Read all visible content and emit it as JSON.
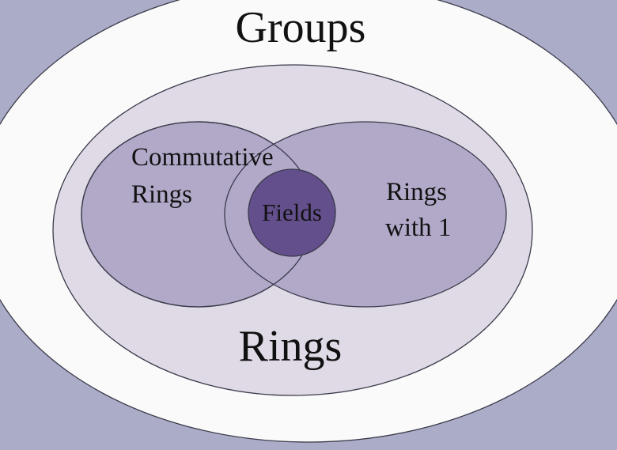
{
  "diagram": {
    "title": "Algebraic structures Venn diagram",
    "colors": {
      "background": "#abacc8",
      "groups_fill": "#fafafa",
      "rings_fill": "#dfdae6",
      "commutative_fill": "#b2a9c9",
      "rings_with_1_fill": "#b2a9c9",
      "fields_fill": "#634f8c",
      "stroke": "#3a3a4a",
      "text": "#111111",
      "fields_text": "#ffffff"
    },
    "sets": {
      "groups": {
        "label": "Groups"
      },
      "rings": {
        "label": "Rings"
      },
      "commutative_rings": {
        "label_line1": "Commutative",
        "label_line2": "Rings"
      },
      "rings_with_1": {
        "label_line1": "Rings",
        "label_line2": "with 1"
      },
      "fields": {
        "label": "Fields"
      }
    }
  }
}
